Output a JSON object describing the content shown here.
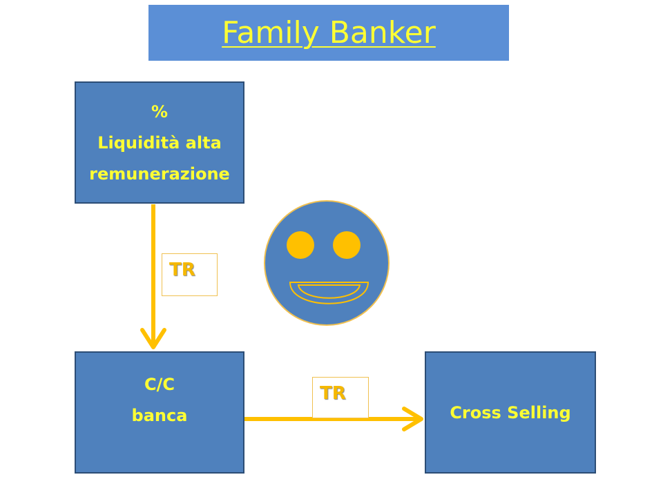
{
  "title": "Family Banker",
  "boxes": {
    "liquidita": {
      "line1": "%",
      "line2": "Liquidità alta",
      "line3": "remunerazione"
    },
    "cc": {
      "line1": "C/C",
      "line2": "banca"
    },
    "cross_selling": {
      "label": "Cross Selling"
    }
  },
  "connectors": {
    "vertical_label": "TR",
    "horizontal_label": "TR"
  },
  "colors": {
    "title_background": "#5b8fd6",
    "box_fill": "#4f81bd",
    "box_border": "#2c4d75",
    "text_yellow": "#ffff33",
    "arrow_gold": "#ffc000"
  },
  "icons": {
    "smiley": "smiley-face-icon"
  }
}
